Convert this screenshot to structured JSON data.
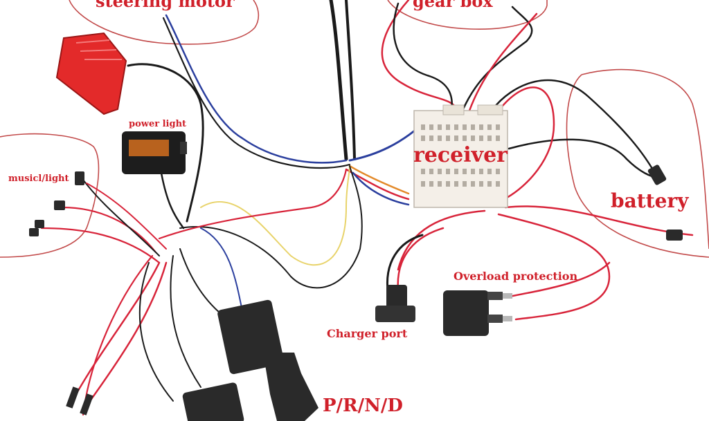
{
  "labels": {
    "steering_motor": "steering motor",
    "gear_box": "gear box",
    "power_light": "power light",
    "music_light": "musicl/light",
    "receiver": "receiver",
    "battery": "battery",
    "overload_protection": "Overload protection",
    "charger_port": "Charger port",
    "gear_selector": "P/R/N/D"
  },
  "colors": {
    "label_red": "#d0202a",
    "wire_red": "#d8243a",
    "wire_black": "#1a1a1a",
    "wire_blue": "#2b3f9e",
    "wire_yellow": "#e8d36a",
    "wire_orange": "#e38a2a",
    "outline_red": "#c24a4a",
    "connector_black": "#2a2a2a",
    "lamp_red": "#e32a2a",
    "receiver_white": "#f4efe8"
  }
}
